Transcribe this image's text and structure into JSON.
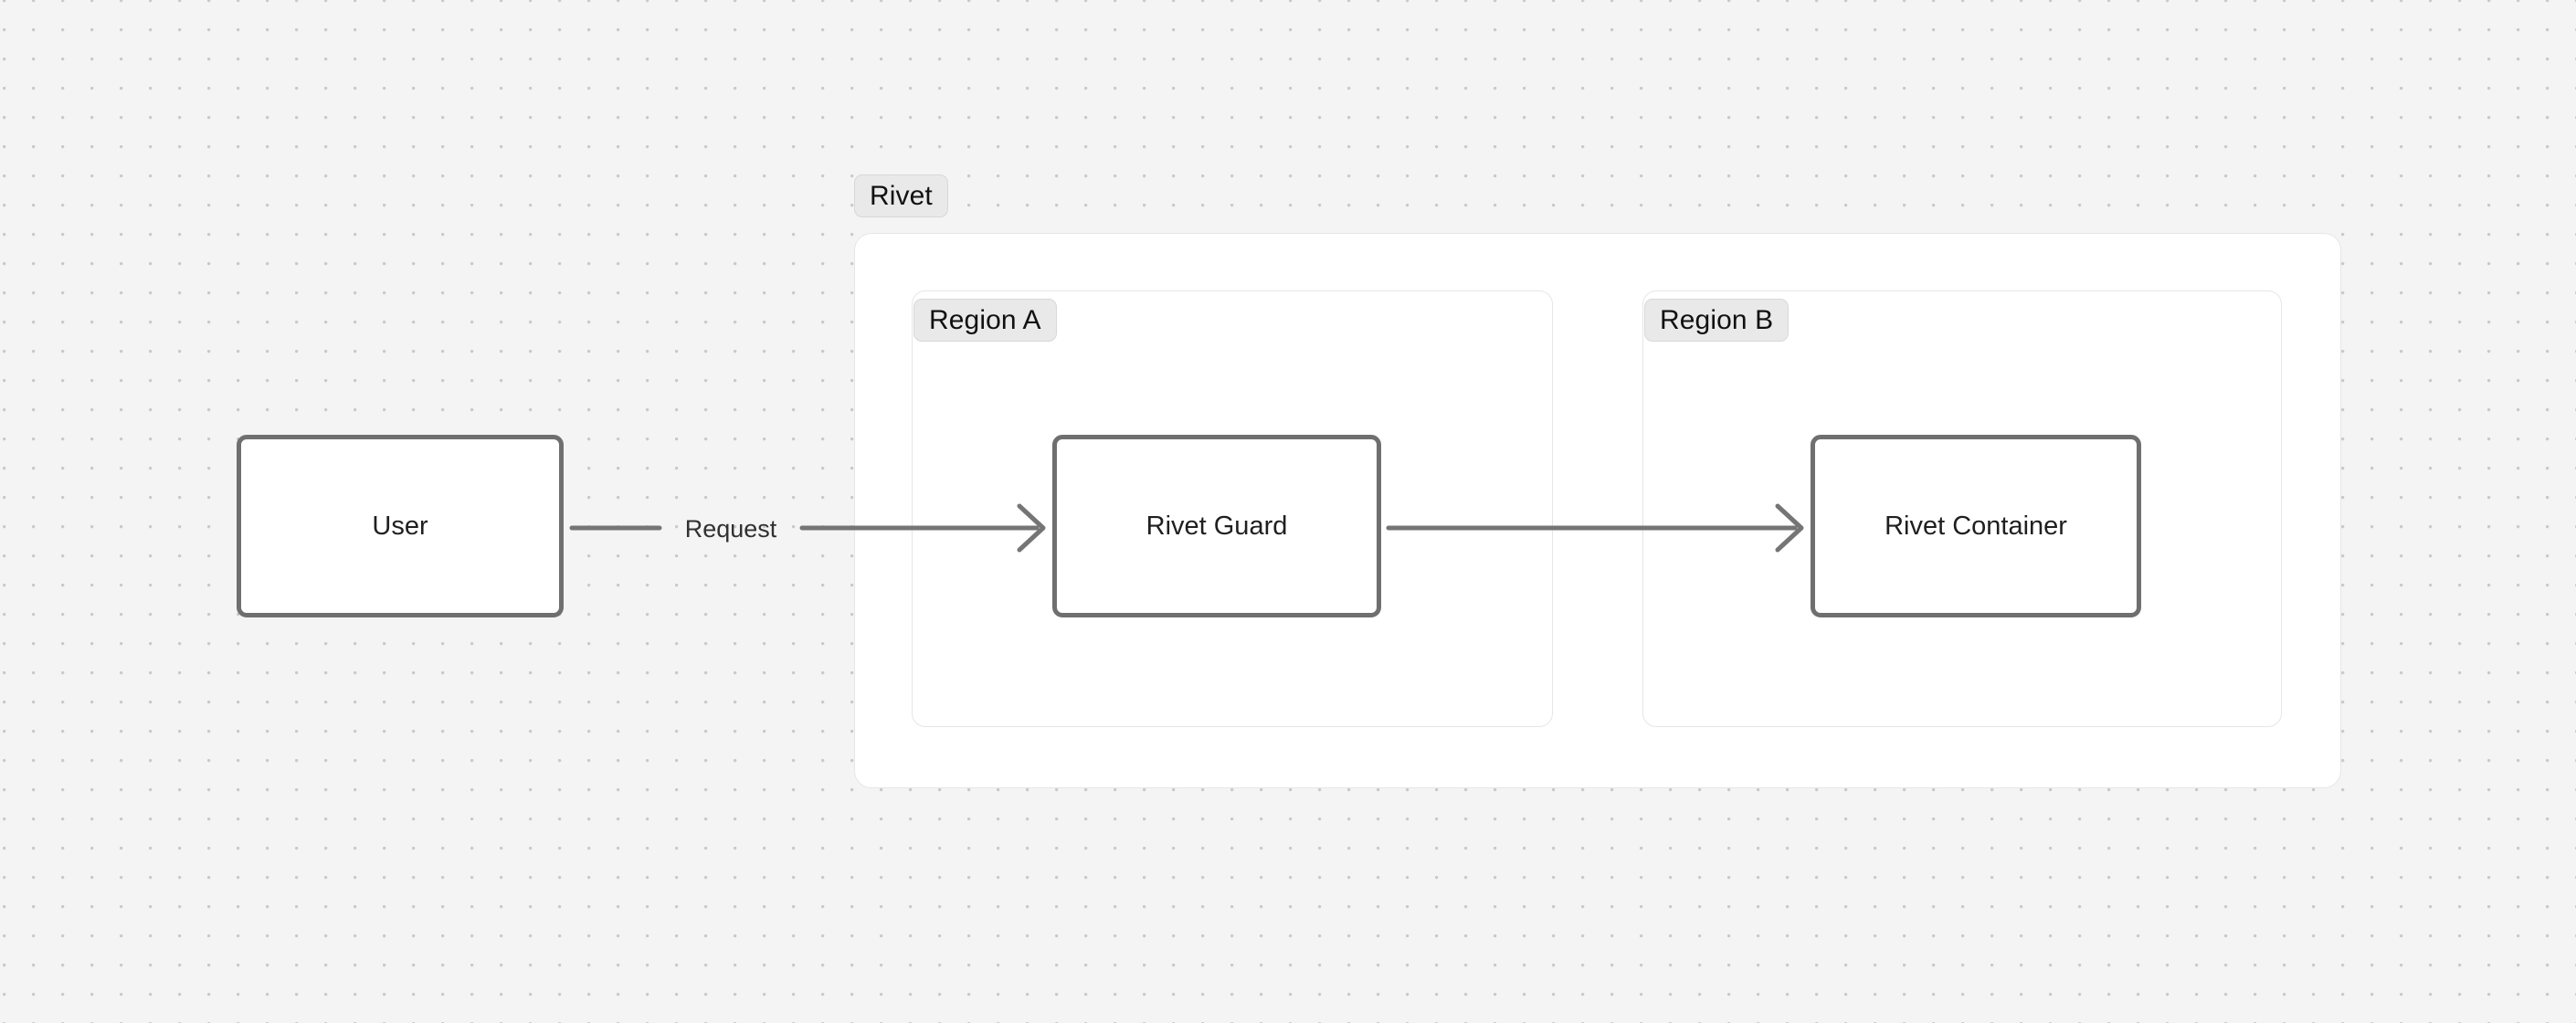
{
  "diagram": {
    "type": "flow-diagram",
    "background": {
      "color": "#f4f4f4",
      "dot_color": "#c9c9ca",
      "dot_spacing": 32,
      "style": "dotted-grid"
    },
    "clusters": [
      {
        "id": "rivet",
        "label": "Rivet",
        "fill": "#ffffff",
        "border_color": "#e6e6e6",
        "label_fill": "#e9e9e9",
        "label_border": "#d8d8d8"
      },
      {
        "id": "region-a",
        "label": "Region A",
        "fill": "#ffffff",
        "border_color": "#e6e6e6",
        "label_fill": "#e9e9e9",
        "label_border": "#d8d8d8"
      },
      {
        "id": "region-b",
        "label": "Region B",
        "fill": "#ffffff",
        "border_color": "#e6e6e6",
        "label_fill": "#e9e9e9",
        "label_border": "#d8d8d8"
      }
    ],
    "nodes": [
      {
        "id": "user",
        "label": "User",
        "parent": null,
        "fill": "#ffffff",
        "border_color": "#6f6f6f",
        "text_color": "#1f1f1f"
      },
      {
        "id": "rivet-guard",
        "label": "Rivet Guard",
        "parent": "region-a",
        "fill": "#ffffff",
        "border_color": "#6f6f6f",
        "text_color": "#1f1f1f"
      },
      {
        "id": "rivet-container",
        "label": "Rivet Container",
        "parent": "region-b",
        "fill": "#ffffff",
        "border_color": "#6f6f6f",
        "text_color": "#1f1f1f"
      }
    ],
    "edges": [
      {
        "id": "user-to-guard",
        "from": "user",
        "to": "rivet-guard",
        "label": "Request",
        "arrowhead": "open-chevron",
        "color": "#757575"
      },
      {
        "id": "guard-to-container",
        "from": "rivet-guard",
        "to": "rivet-container",
        "label": "",
        "arrowhead": "open-chevron",
        "color": "#757575"
      }
    ]
  }
}
